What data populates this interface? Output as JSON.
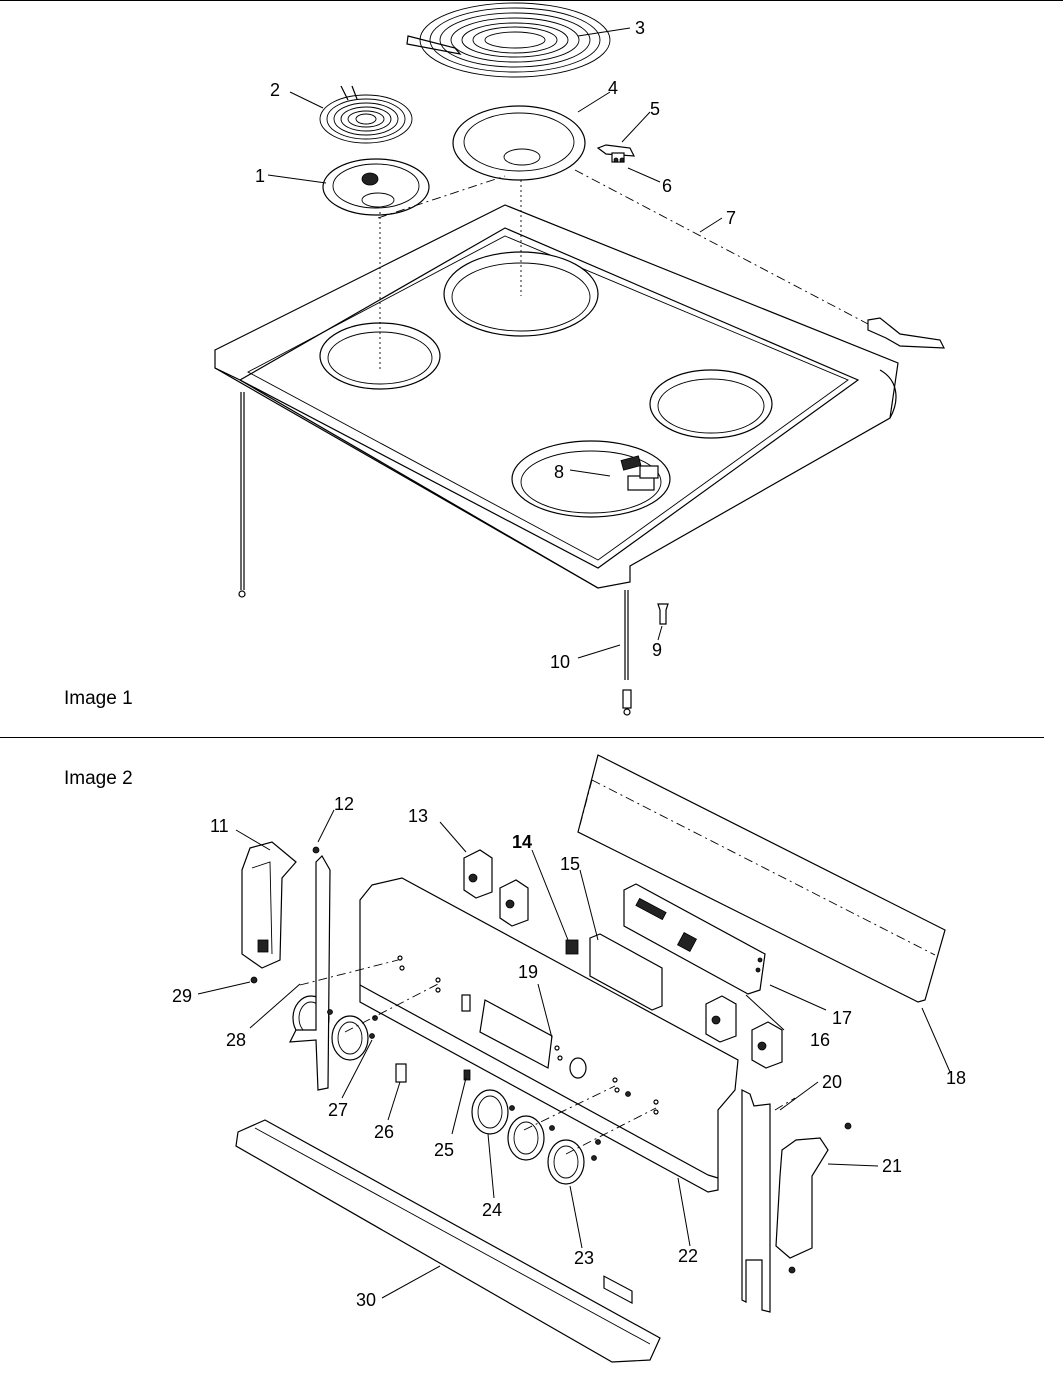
{
  "panels": [
    {
      "caption": "Image 1"
    },
    {
      "caption": "Image 2"
    }
  ],
  "callouts": [
    "1",
    "2",
    "3",
    "4",
    "5",
    "6",
    "7",
    "8",
    "9",
    "10",
    "11",
    "12",
    "13",
    "14",
    "15",
    "16",
    "17",
    "18",
    "19",
    "20",
    "21",
    "22",
    "23",
    "24",
    "25",
    "26",
    "27",
    "28",
    "29",
    "30"
  ]
}
